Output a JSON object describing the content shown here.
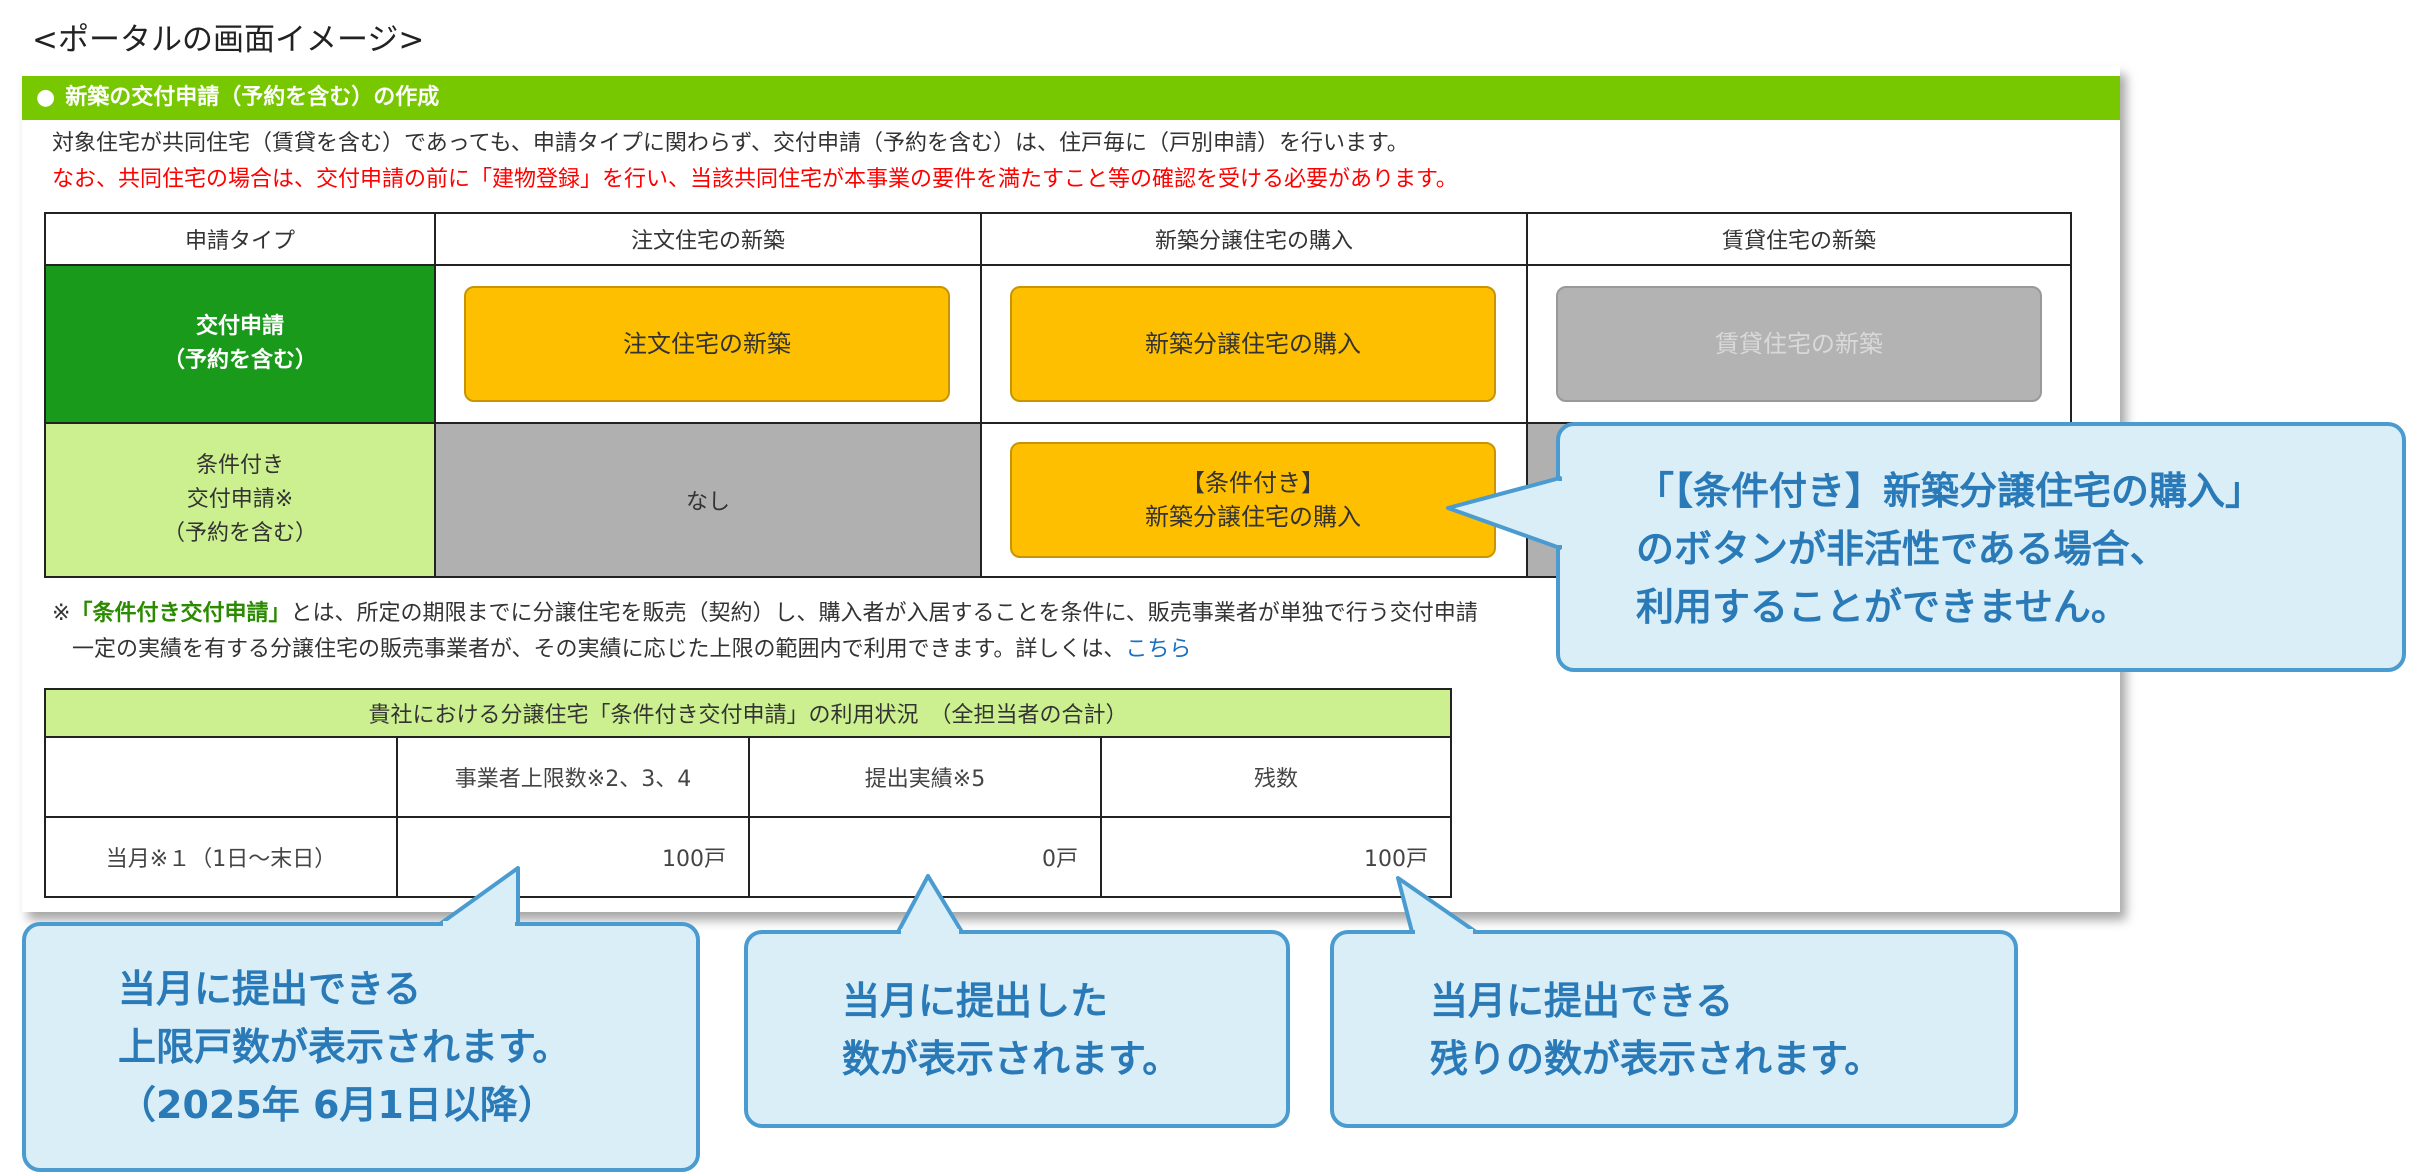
{
  "caption": "<ポータルの画面イメージ>",
  "section": {
    "title": "新築の交付申請（予約を含む）の作成",
    "line1": "対象住宅が共同住宅（賃貸を含む）であっても、申請タイプに関わらず、交付申請（予約を含む）は、住戸毎に（戸別申請）を行います。",
    "line2": "なお、共同住宅の場合は、交付申請の前に「建物登録」を行い、当該共同住宅が本事業の要件を満たすこと等の確認を受ける必要があります。"
  },
  "type_table": {
    "headers": [
      "申請タイプ",
      "注文住宅の新築",
      "新築分譲住宅の購入",
      "賃貸住宅の新築"
    ],
    "row1_label": [
      "交付申請",
      "（予約を含む）"
    ],
    "row1_buttons": [
      "注文住宅の新築",
      "新築分譲住宅の購入",
      "賃貸住宅の新築"
    ],
    "row2_label": [
      "条件付き",
      "交付申請※",
      "（予約を含む）"
    ],
    "row2_none": "なし",
    "row2_button": [
      "【条件付き】",
      "新築分譲住宅の購入"
    ]
  },
  "note": {
    "prefix": "※",
    "term": "「条件付き交付申請」",
    "line1_rest": "とは、所定の期限までに分譲住宅を販売（契約）し、購入者が入居することを条件に、販売事業者が単独で行う交付申請",
    "line2": "一定の実績を有する分譲住宅の販売事業者が、その実績に応じた上限の範囲内で利用できます。詳しくは、",
    "link": "こちら"
  },
  "usage_table": {
    "title": "貴社における分譲住宅「条件付き交付申請」の利用状況　（全担当者の合計）",
    "headers": [
      "",
      "事業者上限数※2、3、4",
      "提出実績※5",
      "残数"
    ],
    "row_label": "当月※１（1日～末日）",
    "values": [
      "100戸",
      "0戸",
      "100戸"
    ]
  },
  "callouts": {
    "inactive": [
      "「【条件付き】新築分譲住宅の購入」",
      "のボタンが非活性である場合、",
      "利用することができません。"
    ],
    "limit": [
      "当月に提出できる",
      "上限戸数が表示されます。",
      "（2025年 6月1日以降）"
    ],
    "submitted": [
      "当月に提出した",
      "数が表示されます。"
    ],
    "remaining": [
      "当月に提出できる",
      "残りの数が表示されます。"
    ]
  },
  "colors": {
    "section_green": "#77c800",
    "row_dark_green": "#1a9a1a",
    "row_light_green": "#ccf08f",
    "button_yellow": "#fdbf00",
    "disabled_gray": "#b3b3b3",
    "warning_red": "#ff0000",
    "callout_fill": "#daeef8",
    "callout_border": "#4a9bd0",
    "callout_text": "#2a7ab8"
  }
}
